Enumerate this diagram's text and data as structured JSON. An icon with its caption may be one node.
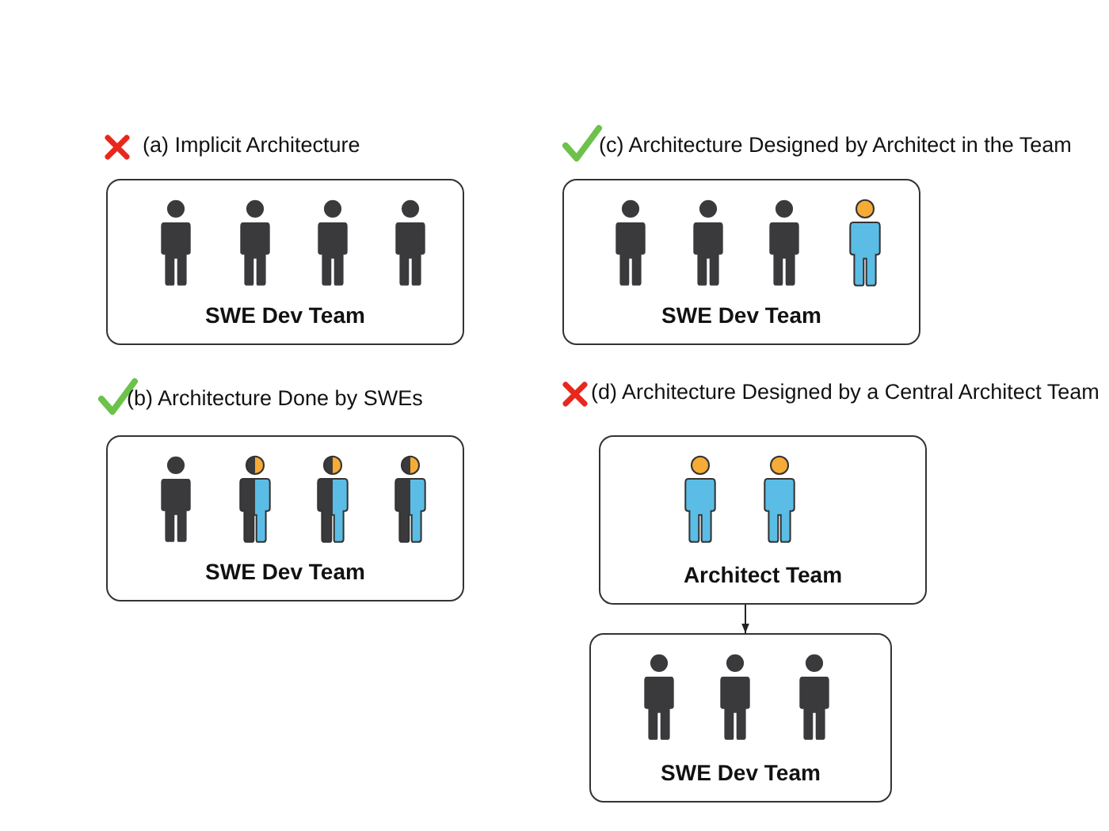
{
  "diagram": {
    "nodes": [
      {
        "text": [
          "SWE Dev Team"
        ]
      },
      {
        "text": [
          "SWE Dev Team"
        ]
      },
      {
        "text": [
          "SWE Dev Team"
        ]
      },
      {
        "text": [
          "Architect Team"
        ]
      },
      {
        "text": [
          "SWE Dev Team"
        ]
      }
    ],
    "edges": [
      {
        "from": 3,
        "to": 4,
        "arrow": "to"
      }
    ],
    "labels": [
      "(a) Implicit Architecture",
      "(c) Architecture Designed by Architect in the Team",
      "(b) Architecture Done by SWEs",
      "(d) Architecture Designed by a Central Architect Team"
    ]
  }
}
